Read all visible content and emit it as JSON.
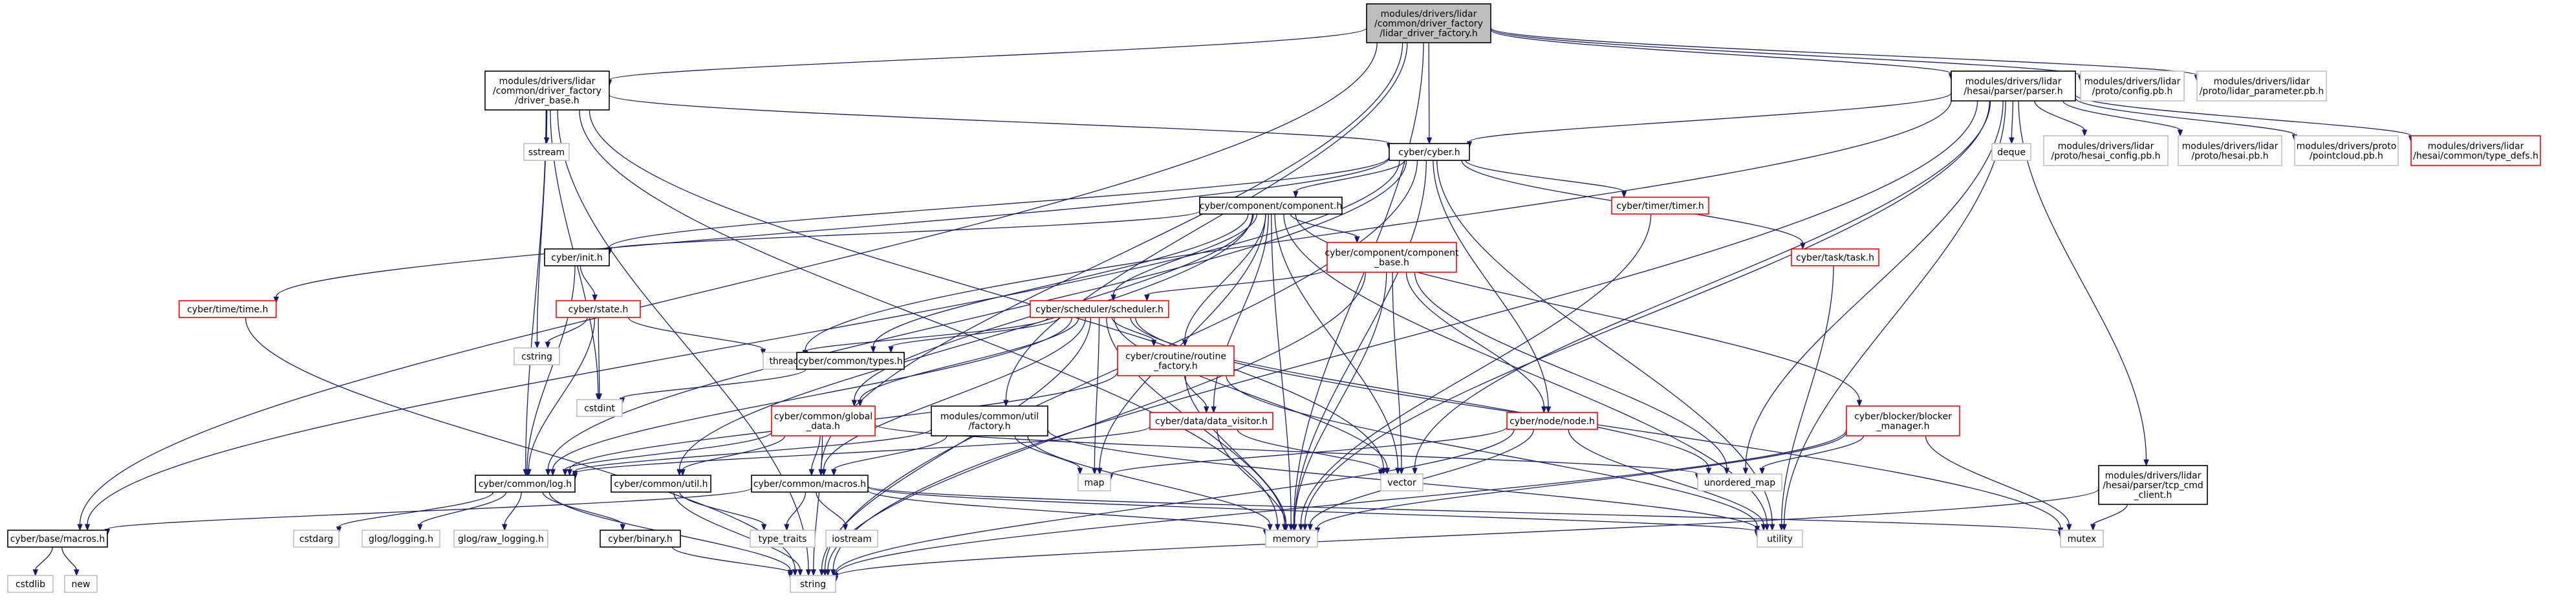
{
  "nodes": [
    {
      "id": "root",
      "label": "modules/drivers/lidar\n/common/driver_factory\n/lidar_driver_factory.h",
      "style": "root"
    },
    {
      "id": "driver_base",
      "label": "modules/drivers/lidar\n/common/driver_factory\n/driver_base.h",
      "style": "black"
    },
    {
      "id": "hesai_parser",
      "label": "modules/drivers/lidar\n/hesai/parser/parser.h",
      "style": "black"
    },
    {
      "id": "config_pb",
      "label": "modules/drivers/lidar\n/proto/config.pb.h",
      "style": "grey"
    },
    {
      "id": "lidar_param_pb",
      "label": "modules/drivers/lidar\n/proto/lidar_parameter.pb.h",
      "style": "grey"
    },
    {
      "id": "sstream",
      "label": "sstream",
      "style": "grey"
    },
    {
      "id": "cyber_h",
      "label": "cyber/cyber.h",
      "style": "black"
    },
    {
      "id": "deque",
      "label": "deque",
      "style": "grey"
    },
    {
      "id": "hesai_config_pb",
      "label": "modules/drivers/lidar\n/proto/hesai_config.pb.h",
      "style": "grey"
    },
    {
      "id": "hesai_pb",
      "label": "modules/drivers/lidar\n/proto/hesai.pb.h",
      "style": "grey"
    },
    {
      "id": "pointcloud_pb",
      "label": "modules/drivers/proto\n/pointcloud.pb.h",
      "style": "grey"
    },
    {
      "id": "type_defs",
      "label": "modules/drivers/lidar\n/hesai/common/type_defs.h",
      "style": "red"
    },
    {
      "id": "component_h",
      "label": "cyber/component/component.h",
      "style": "black"
    },
    {
      "id": "timer_h",
      "label": "cyber/timer/timer.h",
      "style": "red"
    },
    {
      "id": "init_h",
      "label": "cyber/init.h",
      "style": "black"
    },
    {
      "id": "component_base",
      "label": "cyber/component/component\n_base.h",
      "style": "red"
    },
    {
      "id": "task_h",
      "label": "cyber/task/task.h",
      "style": "red"
    },
    {
      "id": "time_h",
      "label": "cyber/time/time.h",
      "style": "red"
    },
    {
      "id": "state_h",
      "label": "cyber/state.h",
      "style": "red"
    },
    {
      "id": "scheduler_h",
      "label": "cyber/scheduler/scheduler.h",
      "style": "red"
    },
    {
      "id": "cstring",
      "label": "cstring",
      "style": "grey"
    },
    {
      "id": "thread",
      "label": "thread",
      "style": "grey"
    },
    {
      "id": "types_h",
      "label": "cyber/common/types.h",
      "style": "black"
    },
    {
      "id": "routine_factory",
      "label": "cyber/croutine/routine\n_factory.h",
      "style": "red"
    },
    {
      "id": "cstdint",
      "label": "cstdint",
      "style": "grey"
    },
    {
      "id": "global_data",
      "label": "cyber/common/global\n_data.h",
      "style": "red"
    },
    {
      "id": "util_factory",
      "label": "modules/common/util\n/factory.h",
      "style": "black"
    },
    {
      "id": "data_visitor",
      "label": "cyber/data/data_visitor.h",
      "style": "red"
    },
    {
      "id": "node_h",
      "label": "cyber/node/node.h",
      "style": "red"
    },
    {
      "id": "blocker_manager",
      "label": "cyber/blocker/blocker\n_manager.h",
      "style": "red"
    },
    {
      "id": "log_h",
      "label": "cyber/common/log.h",
      "style": "black"
    },
    {
      "id": "util_h",
      "label": "cyber/common/util.h",
      "style": "black"
    },
    {
      "id": "macros_h",
      "label": "cyber/common/macros.h",
      "style": "black"
    },
    {
      "id": "map",
      "label": "map",
      "style": "grey"
    },
    {
      "id": "vector",
      "label": "vector",
      "style": "grey"
    },
    {
      "id": "unordered_map",
      "label": "unordered_map",
      "style": "grey"
    },
    {
      "id": "tcp_cmd_client",
      "label": "modules/drivers/lidar\n/hesai/parser/tcp_cmd\n_client.h",
      "style": "black"
    },
    {
      "id": "base_macros",
      "label": "cyber/base/macros.h",
      "style": "black"
    },
    {
      "id": "cstdarg",
      "label": "cstdarg",
      "style": "grey"
    },
    {
      "id": "glog_logging",
      "label": "glog/logging.h",
      "style": "grey"
    },
    {
      "id": "glog_raw",
      "label": "glog/raw_logging.h",
      "style": "grey"
    },
    {
      "id": "binary_h",
      "label": "cyber/binary.h",
      "style": "black"
    },
    {
      "id": "type_traits",
      "label": "type_traits",
      "style": "grey"
    },
    {
      "id": "iostream",
      "label": "iostream",
      "style": "grey"
    },
    {
      "id": "memory",
      "label": "memory",
      "style": "grey"
    },
    {
      "id": "utility",
      "label": "utility",
      "style": "grey"
    },
    {
      "id": "mutex",
      "label": "mutex",
      "style": "grey"
    },
    {
      "id": "cstdlib",
      "label": "cstdlib",
      "style": "grey"
    },
    {
      "id": "new",
      "label": "new",
      "style": "grey"
    },
    {
      "id": "string",
      "label": "string",
      "style": "grey"
    }
  ],
  "edges": [
    [
      "root",
      "driver_base"
    ],
    [
      "root",
      "hesai_parser"
    ],
    [
      "root",
      "config_pb"
    ],
    [
      "root",
      "lidar_param_pb"
    ],
    [
      "root",
      "cyber_h"
    ],
    [
      "root",
      "macros_h"
    ],
    [
      "root",
      "util_factory"
    ],
    [
      "root",
      "memory"
    ],
    [
      "root",
      "base_macros"
    ],
    [
      "driver_base",
      "sstream"
    ],
    [
      "driver_base",
      "cstring"
    ],
    [
      "driver_base",
      "cstdint"
    ],
    [
      "driver_base",
      "cyber_h"
    ],
    [
      "driver_base",
      "log_h"
    ],
    [
      "driver_base",
      "memory"
    ],
    [
      "driver_base",
      "string"
    ],
    [
      "driver_base",
      "vector"
    ],
    [
      "hesai_parser",
      "cyber_h"
    ],
    [
      "hesai_parser",
      "deque"
    ],
    [
      "hesai_parser",
      "hesai_config_pb"
    ],
    [
      "hesai_parser",
      "hesai_pb"
    ],
    [
      "hesai_parser",
      "pointcloud_pb"
    ],
    [
      "hesai_parser",
      "type_defs"
    ],
    [
      "hesai_parser",
      "tcp_cmd_client"
    ],
    [
      "hesai_parser",
      "memory"
    ],
    [
      "hesai_parser",
      "string"
    ],
    [
      "hesai_parser",
      "thread"
    ],
    [
      "hesai_parser",
      "unordered_map"
    ],
    [
      "hesai_parser",
      "vector"
    ],
    [
      "hesai_parser",
      "utility"
    ],
    [
      "cyber_h",
      "component_h"
    ],
    [
      "cyber_h",
      "timer_h"
    ],
    [
      "cyber_h",
      "init_h"
    ],
    [
      "cyber_h",
      "task_h"
    ],
    [
      "cyber_h",
      "time_h"
    ],
    [
      "cyber_h",
      "node_h"
    ],
    [
      "cyber_h",
      "log_h"
    ],
    [
      "cyber_h",
      "base_macros"
    ],
    [
      "cyber_h",
      "memory"
    ],
    [
      "cyber_h",
      "string"
    ],
    [
      "cyber_h",
      "utility"
    ],
    [
      "component_h",
      "init_h"
    ],
    [
      "component_h",
      "component_base"
    ],
    [
      "component_h",
      "scheduler_h"
    ],
    [
      "component_h",
      "types_h"
    ],
    [
      "component_h",
      "routine_factory"
    ],
    [
      "component_h",
      "data_visitor"
    ],
    [
      "component_h",
      "global_data"
    ],
    [
      "component_h",
      "util_h"
    ],
    [
      "component_h",
      "blocker_manager"
    ],
    [
      "component_h",
      "memory"
    ],
    [
      "component_h",
      "vector"
    ],
    [
      "component_h",
      "utility"
    ],
    [
      "component_h",
      "map"
    ],
    [
      "component_base",
      "scheduler_h"
    ],
    [
      "component_base",
      "node_h"
    ],
    [
      "component_base",
      "memory"
    ],
    [
      "component_base",
      "vector"
    ],
    [
      "component_base",
      "string"
    ],
    [
      "component_base",
      "unordered_map"
    ],
    [
      "timer_h",
      "memory"
    ],
    [
      "task_h",
      "utility"
    ],
    [
      "time_h",
      "string"
    ],
    [
      "init_h",
      "state_h"
    ],
    [
      "init_h",
      "log_h"
    ],
    [
      "state_h",
      "cstring"
    ],
    [
      "state_h",
      "thread"
    ],
    [
      "state_h",
      "cstdint"
    ],
    [
      "state_h",
      "log_h"
    ],
    [
      "scheduler_h",
      "thread"
    ],
    [
      "scheduler_h",
      "types_h"
    ],
    [
      "scheduler_h",
      "routine_factory"
    ],
    [
      "scheduler_h",
      "global_data"
    ],
    [
      "scheduler_h",
      "macros_h"
    ],
    [
      "scheduler_h",
      "log_h"
    ],
    [
      "scheduler_h",
      "map"
    ],
    [
      "scheduler_h",
      "memory"
    ],
    [
      "scheduler_h",
      "string"
    ],
    [
      "scheduler_h",
      "unordered_map"
    ],
    [
      "scheduler_h",
      "vector"
    ],
    [
      "scheduler_h",
      "mutex"
    ],
    [
      "types_h",
      "cstdint"
    ],
    [
      "routine_factory",
      "data_visitor"
    ],
    [
      "routine_factory",
      "log_h"
    ],
    [
      "routine_factory",
      "memory"
    ],
    [
      "routine_factory",
      "utility"
    ],
    [
      "global_data",
      "log_h"
    ],
    [
      "global_data",
      "macros_h"
    ],
    [
      "global_data",
      "util_h"
    ],
    [
      "global_data",
      "string"
    ],
    [
      "global_data",
      "unordered_map"
    ],
    [
      "util_factory",
      "log_h"
    ],
    [
      "util_factory",
      "macros_h"
    ],
    [
      "util_factory",
      "map"
    ],
    [
      "util_factory",
      "memory"
    ],
    [
      "util_factory",
      "utility"
    ],
    [
      "data_visitor",
      "log_h"
    ],
    [
      "data_visitor",
      "memory"
    ],
    [
      "data_visitor",
      "vector"
    ],
    [
      "node_h",
      "map"
    ],
    [
      "node_h",
      "memory"
    ],
    [
      "node_h",
      "string"
    ],
    [
      "node_h",
      "utility"
    ],
    [
      "blocker_manager",
      "unordered_map"
    ],
    [
      "blocker_manager",
      "memory"
    ],
    [
      "blocker_manager",
      "string"
    ],
    [
      "blocker_manager",
      "mutex"
    ],
    [
      "log_h",
      "cstdarg"
    ],
    [
      "log_h",
      "glog_logging"
    ],
    [
      "log_h",
      "glog_raw"
    ],
    [
      "log_h",
      "binary_h"
    ],
    [
      "log_h",
      "string"
    ],
    [
      "util_h",
      "type_traits"
    ],
    [
      "util_h",
      "string"
    ],
    [
      "macros_h",
      "base_macros"
    ],
    [
      "macros_h",
      "iostream"
    ],
    [
      "macros_h",
      "memory"
    ],
    [
      "macros_h",
      "mutex"
    ],
    [
      "macros_h",
      "type_traits"
    ],
    [
      "macros_h",
      "utility"
    ],
    [
      "base_macros",
      "cstdlib"
    ],
    [
      "base_macros",
      "new"
    ],
    [
      "binary_h",
      "string"
    ],
    [
      "tcp_cmd_client",
      "mutex"
    ],
    [
      "tcp_cmd_client",
      "string"
    ]
  ]
}
